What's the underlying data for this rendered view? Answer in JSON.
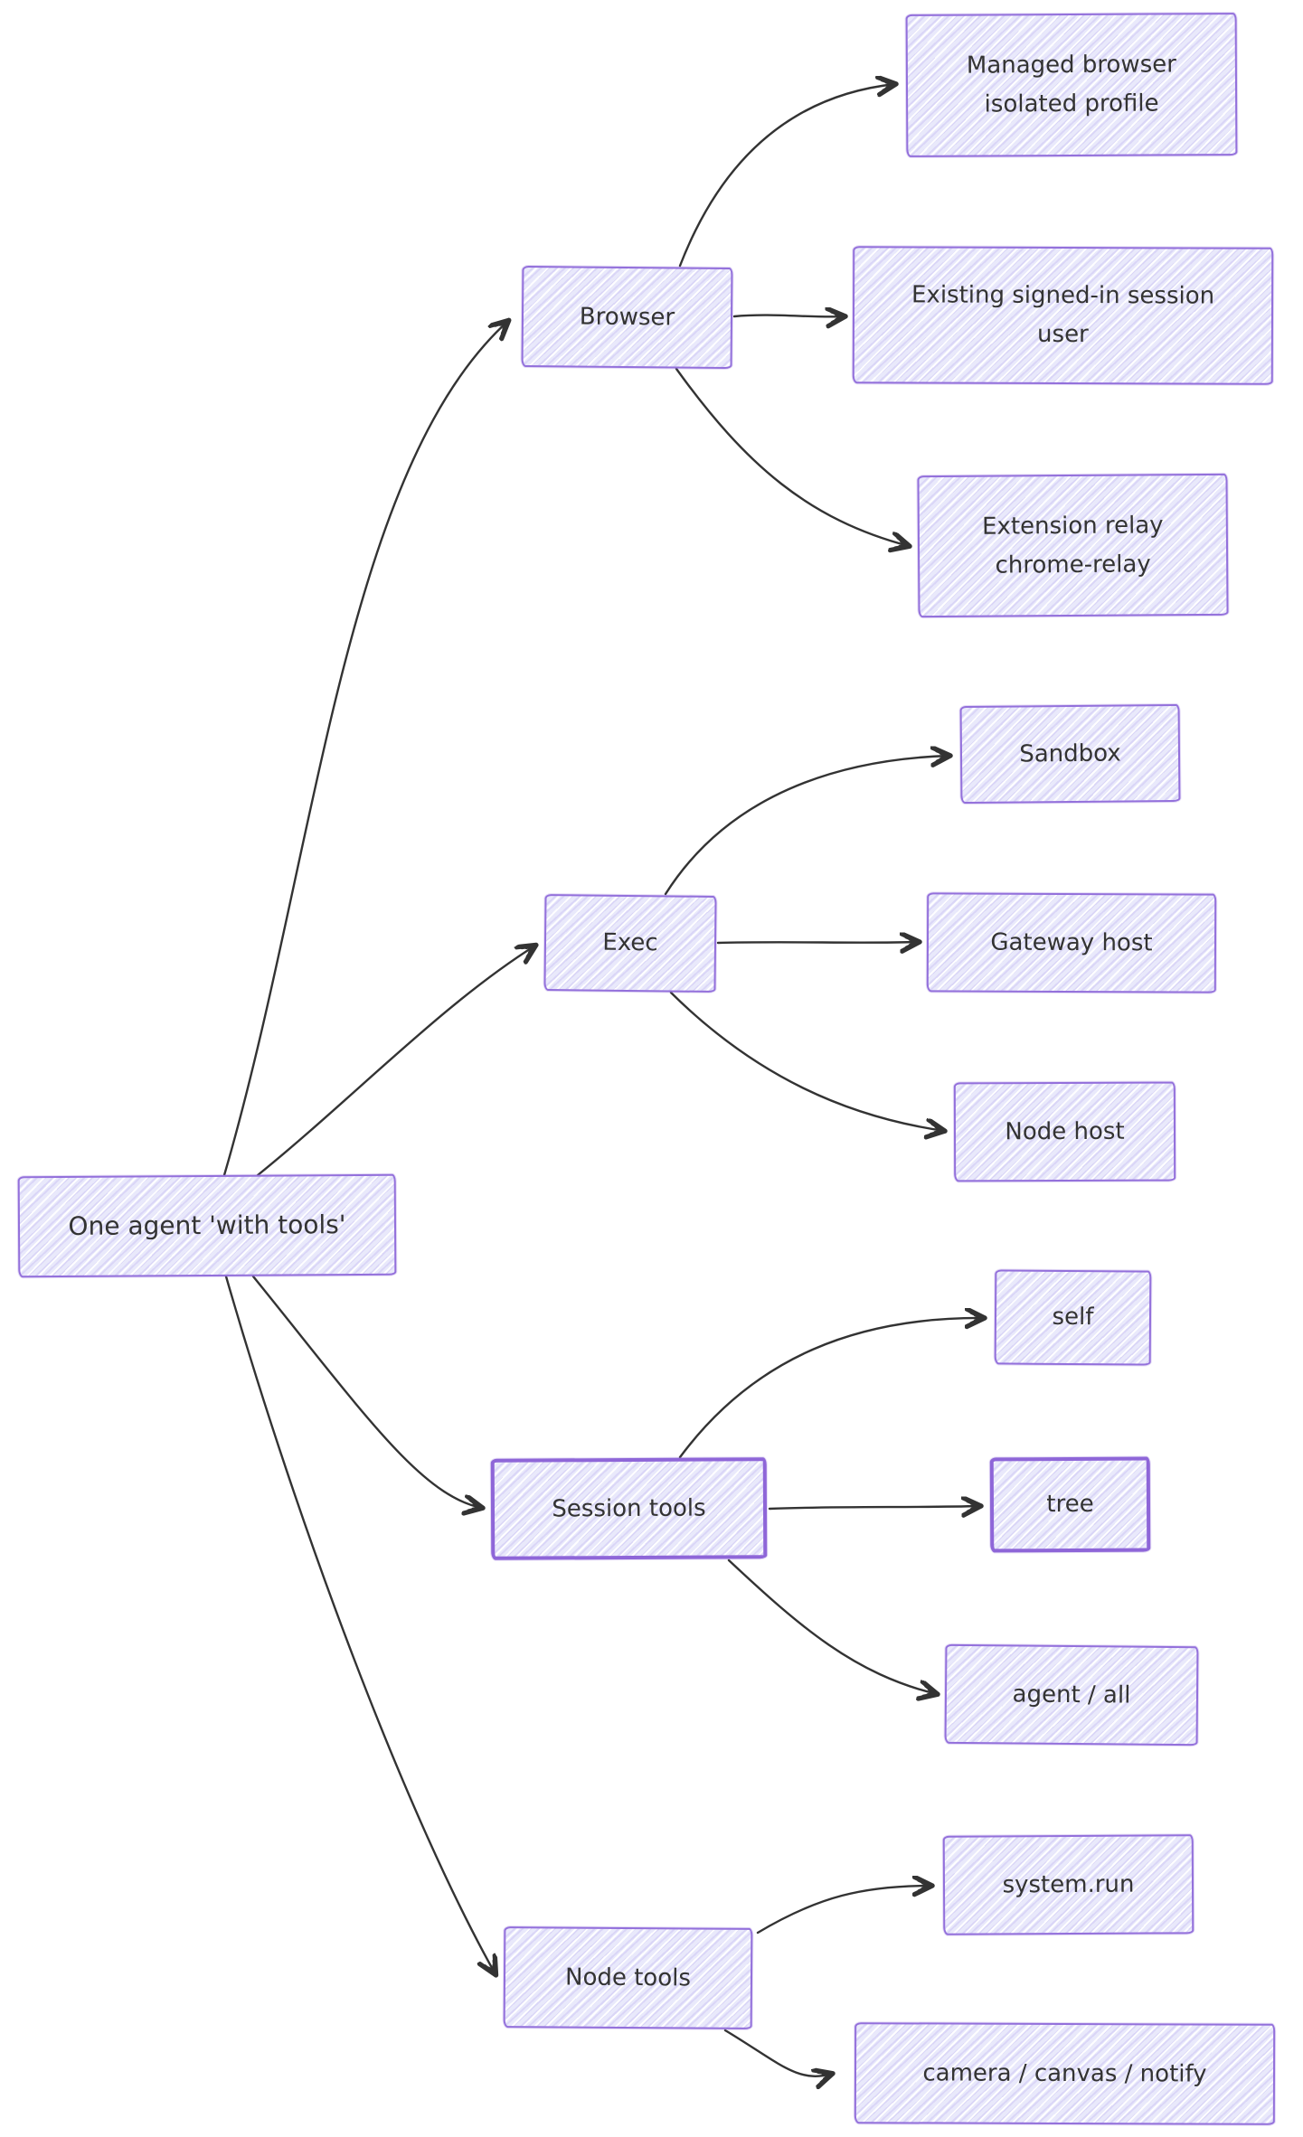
{
  "diagram": {
    "type": "flowchart",
    "style": "hand-drawn mermaid",
    "background": "#ffffff"
  },
  "colors": {
    "node_fill": "#ececff",
    "node_border": "#9370db",
    "text": "#333333",
    "edge": "#333333"
  },
  "nodes": {
    "root": {
      "label": "One agent 'with tools'"
    },
    "browser": {
      "label": "Browser"
    },
    "managed_browser": {
      "label": "Managed browser isolated profile"
    },
    "existing_session": {
      "label": "Existing signed-in session user"
    },
    "extension_relay": {
      "label": "Extension relay chrome-relay"
    },
    "exec": {
      "label": "Exec"
    },
    "sandbox": {
      "label": "Sandbox"
    },
    "gateway_host": {
      "label": "Gateway host"
    },
    "node_host": {
      "label": "Node host"
    },
    "session_tools": {
      "label": "Session tools"
    },
    "self": {
      "label": "self"
    },
    "tree": {
      "label": "tree"
    },
    "agent_all": {
      "label": "agent / all"
    },
    "node_tools": {
      "label": "Node tools"
    },
    "system_run": {
      "label": "system.run"
    },
    "camera_canvas_notify": {
      "label": "camera / canvas / notify"
    }
  },
  "edges": [
    {
      "from": "root",
      "to": "browser"
    },
    {
      "from": "root",
      "to": "exec"
    },
    {
      "from": "root",
      "to": "session_tools"
    },
    {
      "from": "root",
      "to": "node_tools"
    },
    {
      "from": "browser",
      "to": "managed_browser"
    },
    {
      "from": "browser",
      "to": "existing_session"
    },
    {
      "from": "browser",
      "to": "extension_relay"
    },
    {
      "from": "exec",
      "to": "sandbox"
    },
    {
      "from": "exec",
      "to": "gateway_host"
    },
    {
      "from": "exec",
      "to": "node_host"
    },
    {
      "from": "session_tools",
      "to": "self"
    },
    {
      "from": "session_tools",
      "to": "tree"
    },
    {
      "from": "session_tools",
      "to": "agent_all"
    },
    {
      "from": "node_tools",
      "to": "system_run"
    },
    {
      "from": "node_tools",
      "to": "camera_canvas_notify"
    }
  ]
}
